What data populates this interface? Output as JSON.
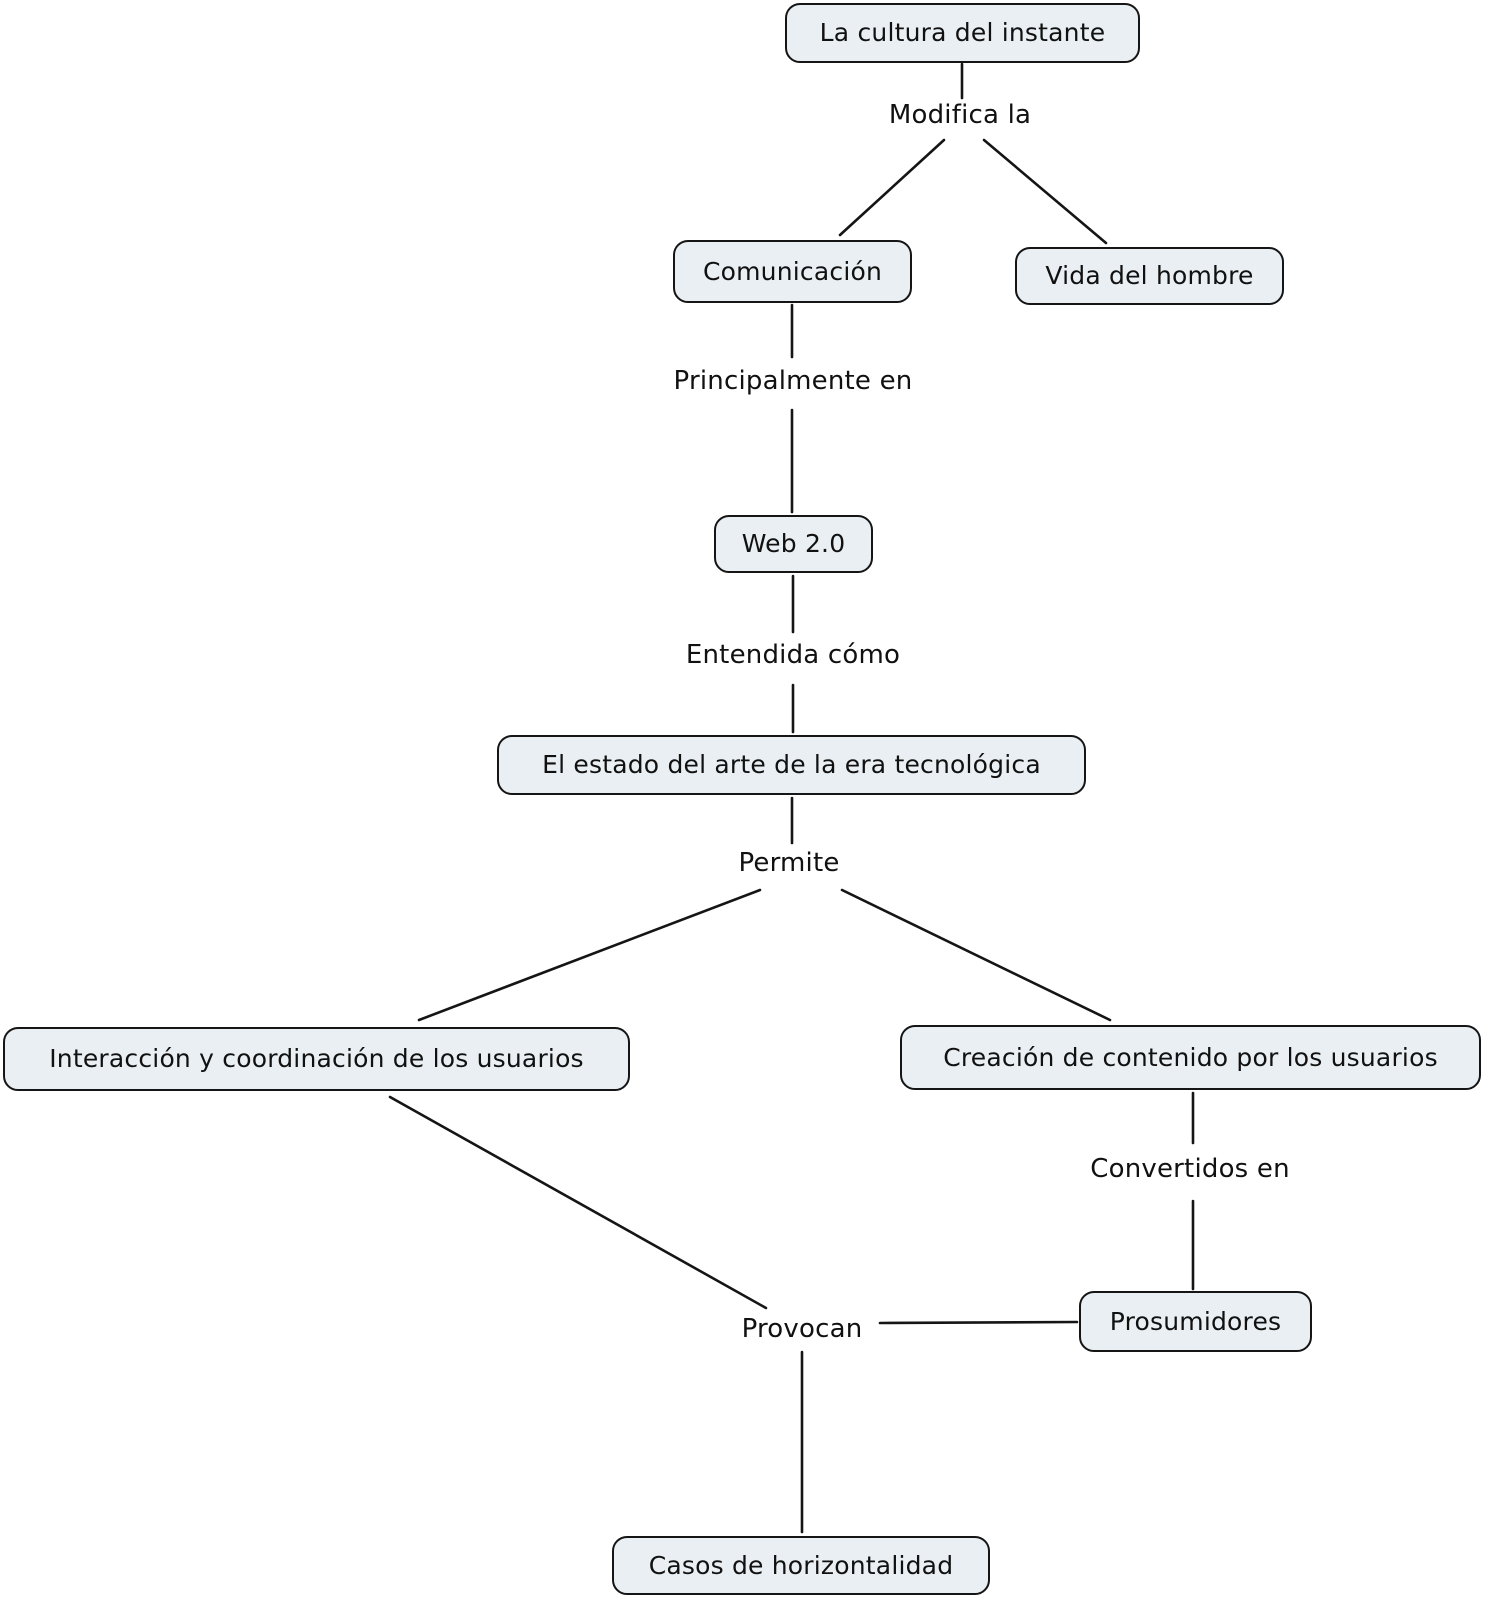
{
  "colors": {
    "background": "#ffffff",
    "node_fill": "#e9eff2",
    "node_border": "#151515",
    "text": "#111111",
    "line": "#151515"
  },
  "nodes": {
    "la_cultura": "La cultura del instante",
    "comunicacion": "Comunicación",
    "vida_del_hombre": "Vida del hombre",
    "web20": "Web 2.0",
    "estado": "El estado del arte de la era tecnológica",
    "interaccion": "Interacción y coordinación de los usuarios",
    "creacion": "Creación de contenido por los usuarios",
    "prosumidores": "Prosumidores",
    "casos": "Casos de horizontalidad"
  },
  "labels": {
    "modifica": "Modifica la",
    "principalmente": "Principalmente en",
    "entendida": "Entendida cómo",
    "permite": "Permite",
    "convertidos": "Convertidos en",
    "provocan": "Provocan"
  }
}
